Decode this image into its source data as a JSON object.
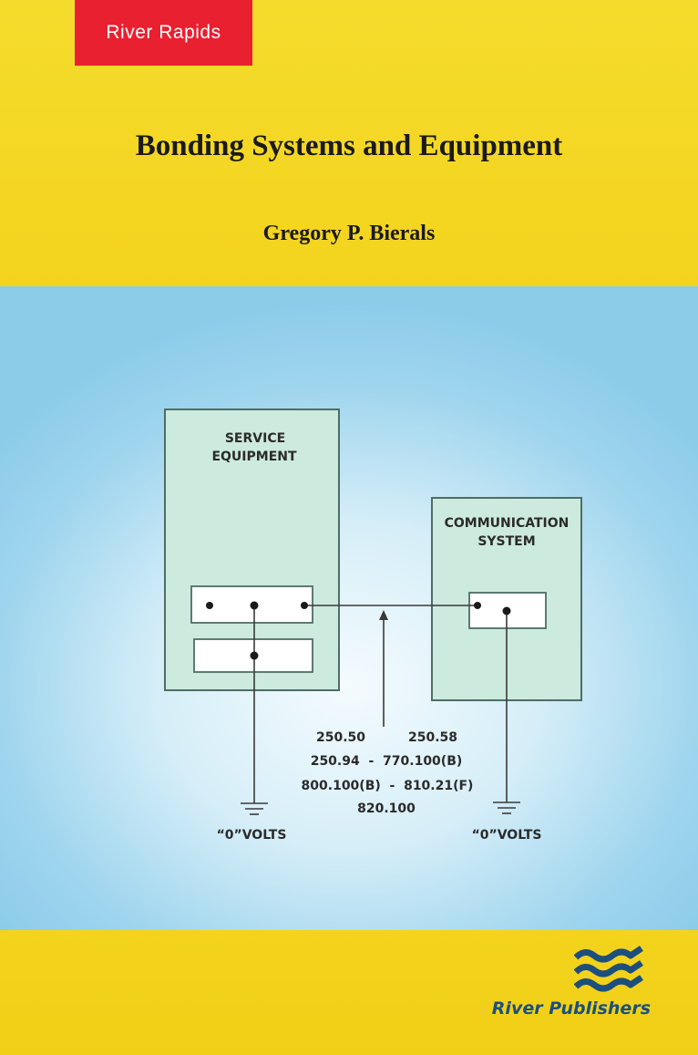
{
  "cover": {
    "series": "River Rapids",
    "title": "Bonding Systems and Equipment",
    "author": "Gregory P. Bierals",
    "publisher": "River Publishers"
  },
  "diagram": {
    "service_equipment_line1": "SERVICE",
    "service_equipment_line2": "EQUIPMENT",
    "communication_line1": "COMMUNICATION",
    "communication_line2": "SYSTEM",
    "refs_line1_left": "250.50",
    "refs_line1_right": "250.58",
    "refs_line2": "250.94  -  770.100(B)",
    "refs_line3": "800.100(B)  -  810.21(F)",
    "refs_line4": "820.100",
    "ground_left": "“0”VOLTS",
    "ground_right": "“0”VOLTS"
  },
  "colors": {
    "yellow": "#f3d31d",
    "series_red": "#e8202f",
    "sky_blue": "#8ccce9",
    "box_fill": "#cdeade",
    "publisher_blue": "#1d4f7d"
  }
}
